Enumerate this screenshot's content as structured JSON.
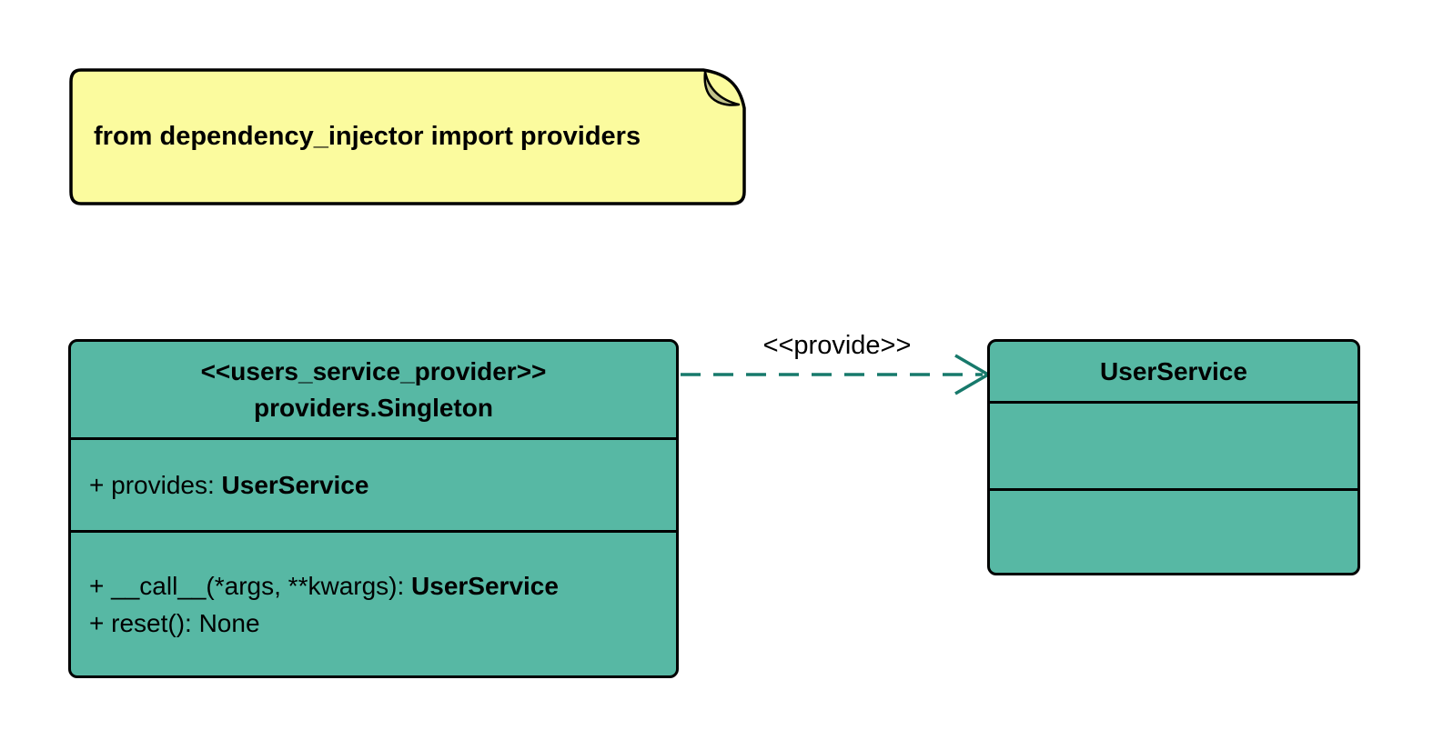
{
  "note": {
    "text": "from dependency_injector import providers"
  },
  "provider_class": {
    "stereotype": "<<users_service_provider>>",
    "name": "providers.Singleton",
    "attributes": [
      {
        "label": "+ provides: ",
        "type": "UserService"
      }
    ],
    "methods": [
      {
        "label": "+ __call__(*args, **kwargs): ",
        "type": "UserService"
      },
      {
        "label": "+ reset(): None",
        "type": ""
      }
    ]
  },
  "service_class": {
    "name": "UserService"
  },
  "relation": {
    "label": "<<provide>>"
  },
  "colors": {
    "note_fill": "#fbfb9e",
    "note_fold": "#c2c38a",
    "class_fill": "#57b8a4",
    "border": "#000000",
    "arrow": "#17796b",
    "background": "#ffffff"
  }
}
